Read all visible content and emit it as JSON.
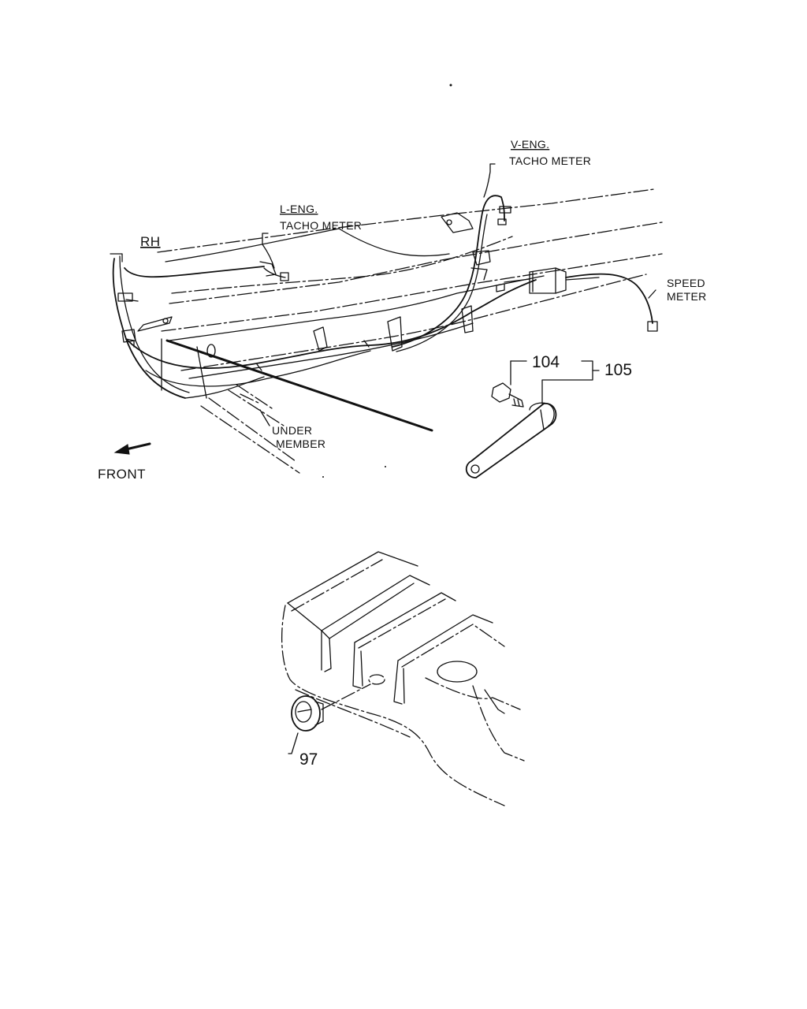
{
  "diagram": {
    "side_label": "RH",
    "l_engine": {
      "title": "L-ENG.",
      "meter": "TACHO METER"
    },
    "v_engine": {
      "title": "V-ENG.",
      "meter": "TACHO METER"
    },
    "speed_meter": {
      "line1": "SPEED",
      "line2": "METER"
    },
    "under_member": {
      "line1": "UNDER",
      "line2": "MEMBER"
    },
    "direction": "FRONT",
    "part_numbers": {
      "p104": "104",
      "p105": "105",
      "p97": "97"
    }
  },
  "colors": {
    "ink": "#111111",
    "background": "#ffffff"
  }
}
